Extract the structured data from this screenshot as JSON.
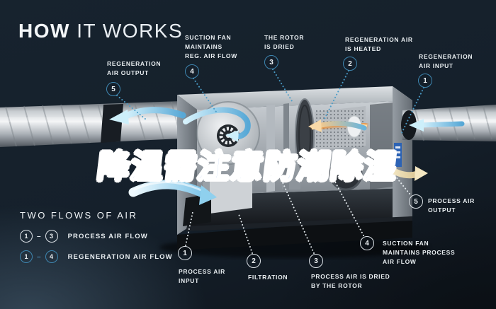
{
  "title": {
    "bold": "HOW",
    "light": " IT WORKS"
  },
  "headline": {
    "text": "降温需注意防潮除湿",
    "color": "#4a7ed6"
  },
  "callouts": {
    "regeneration": [
      {
        "number": "5",
        "label": "REGENERATION\nAIR OUTPUT"
      },
      {
        "number": "4",
        "label": "SUCTION FAN\nMAINTAINS\nREG. AIR FLOW"
      },
      {
        "number": "3",
        "label": "THE ROTOR\nIS DRIED"
      },
      {
        "number": "2",
        "label": "REGENERATION AIR\nIS HEATED"
      },
      {
        "number": "1",
        "label": "REGENERATION\nAIR INPUT"
      }
    ],
    "process": [
      {
        "number": "1",
        "label": "PROCESS AIR\nINPUT"
      },
      {
        "number": "2",
        "label": "FILTRATION"
      },
      {
        "number": "3",
        "label": "PROCESS AIR IS DRIED\nBY THE ROTOR"
      },
      {
        "number": "4",
        "label": "SUCTION FAN\nMAINTAINS PROCESS\nAIR FLOW"
      },
      {
        "number": "5",
        "label": "PROCESS AIR\nOUTPUT"
      }
    ]
  },
  "legend": {
    "heading": "TWO FLOWS OF AIR",
    "dash": "–",
    "rows": [
      {
        "from": "1",
        "to": "3",
        "label": "PROCESS AIR FLOW",
        "style": "white"
      },
      {
        "from": "1",
        "to": "4",
        "label": "REGENERATION AIR FLOW",
        "style": "blue"
      }
    ]
  },
  "colors": {
    "background": "#15202b",
    "accent_blue": "#3e86b0",
    "process_white": "#dde3e8",
    "arrow_blue_light": "#d6f2fc",
    "arrow_blue_deep": "#3e96cc",
    "heat_orange": "#f09136",
    "output_cream": "#f2e4bd",
    "headline_blue": "#4a7ed6"
  }
}
